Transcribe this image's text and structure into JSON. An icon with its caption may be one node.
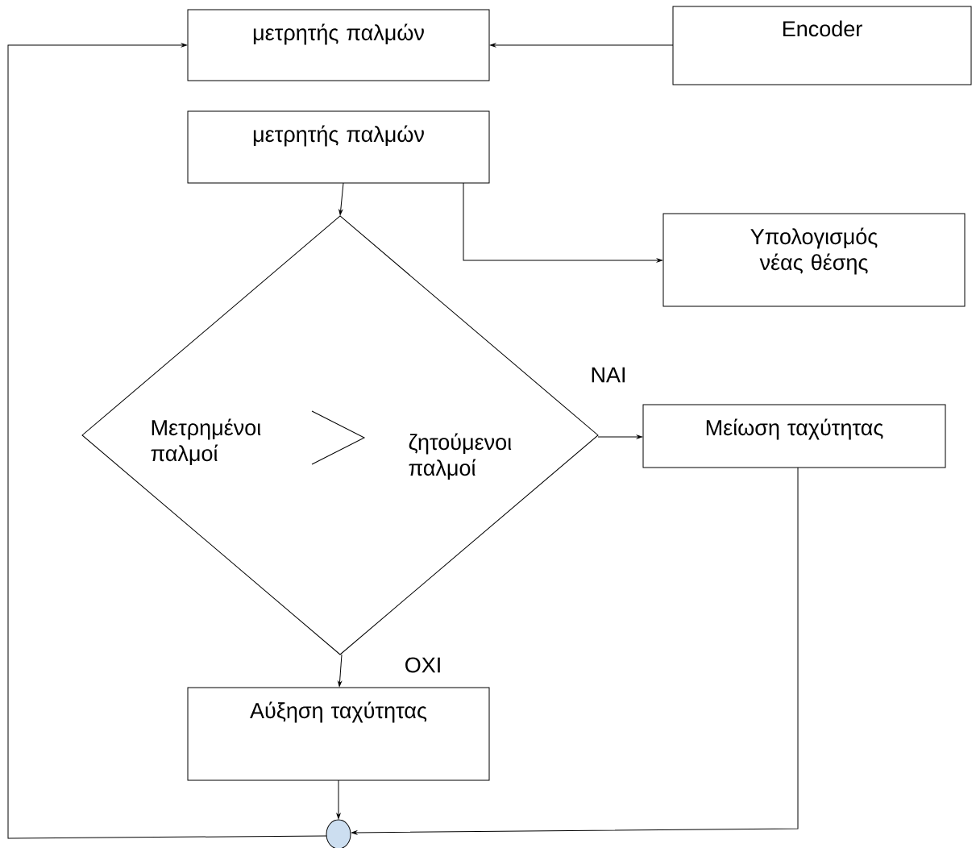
{
  "diagram": {
    "nodes": [
      {
        "text": [
          "μετρητής παλμών"
        ]
      },
      {
        "text": [
          "Encoder"
        ]
      },
      {
        "text": [
          "μετρητής παλμών"
        ]
      },
      {
        "text": [
          "Μετρημένοι παλμοί",
          "ζητούμενοι παλμοί"
        ]
      },
      {
        "text": [
          "Υπολογισμός νέας θέσης"
        ]
      },
      {
        "text": [
          "Μείωση ταχύτητας"
        ]
      },
      {
        "text": [
          "Αύξηση ταχύτητας"
        ]
      },
      {
        "text": [],
        "shape": "circle"
      }
    ],
    "edges": [
      {
        "from": 1,
        "to": 0,
        "arrow": "to"
      },
      {
        "from": 7,
        "to": 0,
        "arrow": "to"
      },
      {
        "from": 2,
        "to": 3,
        "arrow": "to"
      },
      {
        "from": 2,
        "to": 4,
        "arrow": "to"
      },
      {
        "from": 3,
        "to": 5,
        "arrow": "to",
        "label": "ΝΑΙ"
      },
      {
        "from": 3,
        "to": 6,
        "arrow": "to",
        "label": "ΟΧΙ"
      },
      {
        "from": 6,
        "to": 7,
        "arrow": "to"
      },
      {
        "from": 5,
        "to": 7,
        "arrow": "to"
      }
    ]
  }
}
